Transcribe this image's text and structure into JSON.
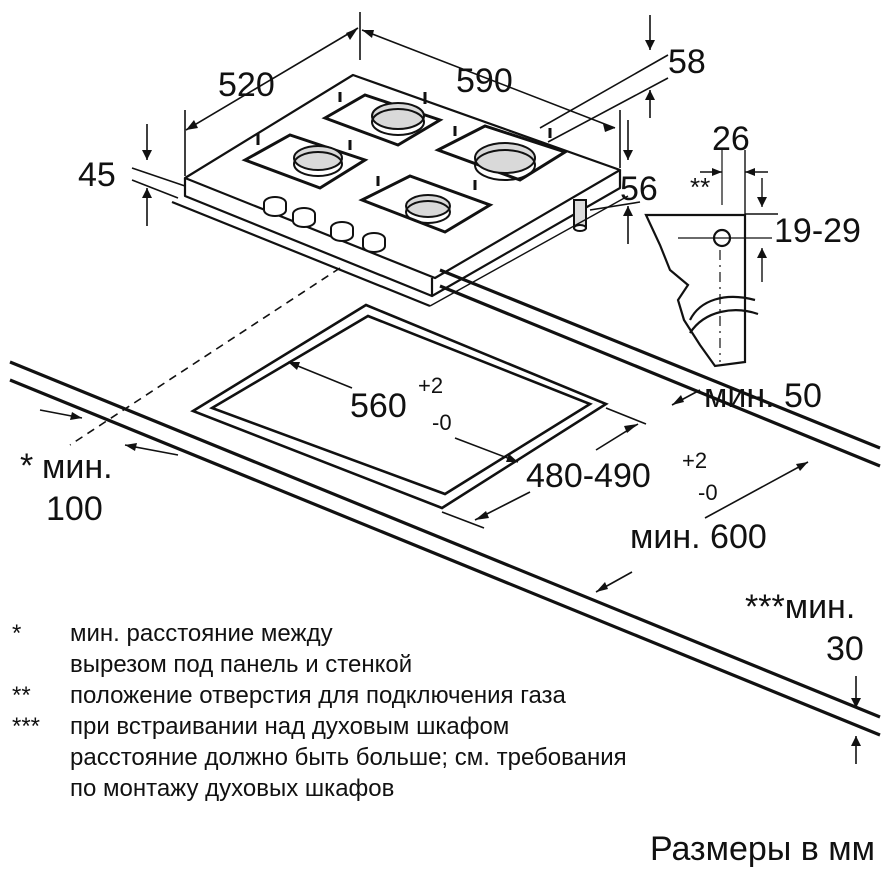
{
  "dimensions": {
    "d520": "520",
    "d590": "590",
    "d58": "58",
    "d45": "45",
    "d56": "56",
    "d26": "26",
    "d19_29": "19-29",
    "d_star2_mark": "**",
    "cutout_width": "560",
    "cutout_width_tol_upper": "+2",
    "cutout_width_tol_lower": "-0",
    "cutout_depth": "480-490",
    "cutout_depth_tol_upper": "+2",
    "cutout_depth_tol_lower": "-0",
    "min50": "мин. 50",
    "min600": "мин. 600",
    "min100_mark": "*",
    "min100_label": "мин.",
    "min100_value": "100",
    "min30_label": "***мин.",
    "min30_value": "30"
  },
  "notes": [
    {
      "mark": "*",
      "lines": [
        "мин. расстояние между",
        "вырезом под панель и стенкой"
      ]
    },
    {
      "mark": "**",
      "lines": [
        "положение отверстия для подключения газа"
      ]
    },
    {
      "mark": "***",
      "lines": [
        "при встраивании над духовым шкафом",
        "расстояние должно быть больше; см. требования",
        "по монтажу духовых шкафов"
      ]
    }
  ],
  "units_caption": "Размеры в мм"
}
